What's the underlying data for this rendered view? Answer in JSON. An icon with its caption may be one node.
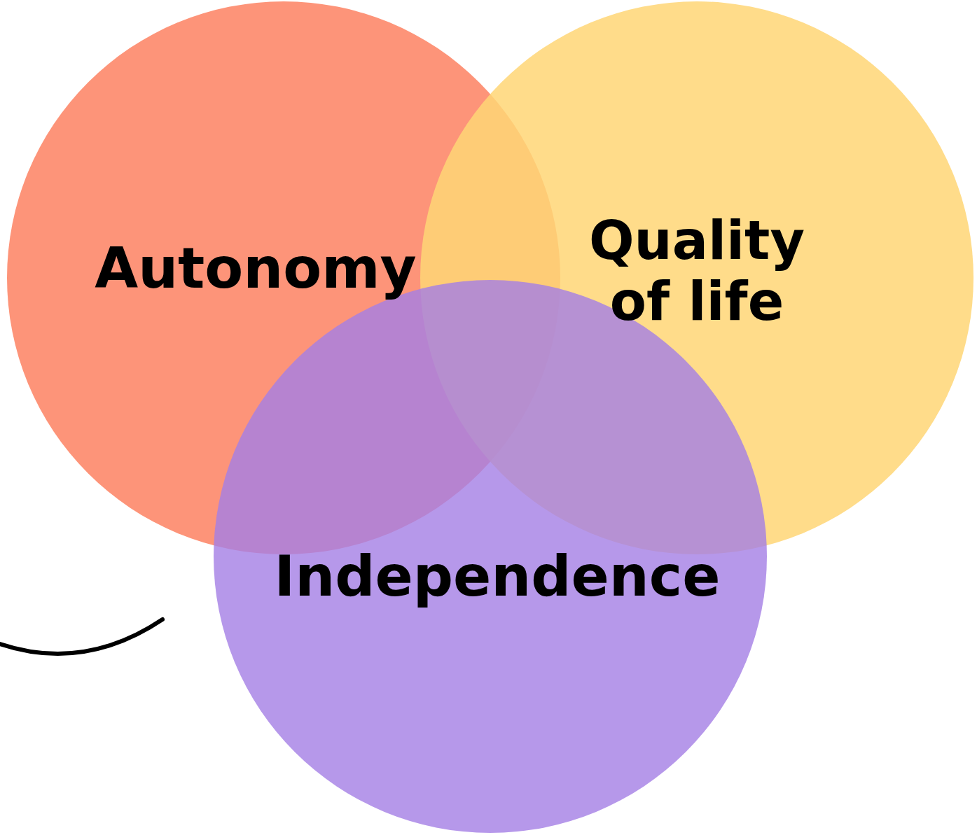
{
  "diagram": {
    "nodes": [
      {
        "text": [
          "Autonomy"
        ]
      },
      {
        "text": [
          "Quality of life"
        ]
      },
      {
        "text": [
          "Independence"
        ]
      }
    ]
  }
}
